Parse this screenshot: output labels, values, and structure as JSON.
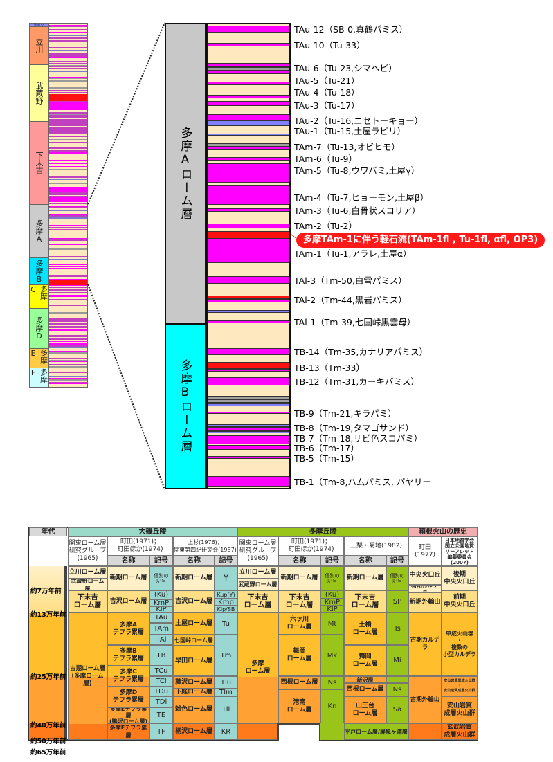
{
  "colors": {
    "magenta": "#ff00ff",
    "cream": "#fde8c0",
    "red": "#ff1010",
    "blue": "#8080ff",
    "gray": "#a0a0a0",
    "unit_a": "#c8c8c8",
    "unit_b": "#00ffff"
  },
  "strip": {
    "labels": [
      "黒ボク",
      "立川",
      "武蔵野",
      "下末吉",
      "多摩A",
      "多摩B",
      "多摩C",
      "多摩D",
      "多摩E",
      "多摩F"
    ]
  },
  "column": {
    "upper": "多摩Aローム層",
    "lower": "多摩Bローム層"
  },
  "tephra": [
    "TAu-12（SB-0,真鶴パミス）",
    "TAu-10（Tu-33）",
    "TAu-6（Tu-23,シマヘビ）",
    "TAu-5（Tu-21）",
    "TAu-4（Tu-18）",
    "TAu-3（Tu-17）",
    "TAu-2（Tu-16,ニセトーキョー）",
    "TAu-1（Tu-15,土屋ラピリ）",
    "TAm-7（Tu-13,オビヒモ）",
    "TAm-6（Tu-9）",
    "TAm-5（Tu-8,ウワバミ,土屋γ）",
    "TAm-4（Tu-7,ヒョーモン,土屋β）",
    "TAm-3（Tu-6,白骨状スコリア）",
    "TAm-2（Tu-2）",
    "TAm-1（Tu-1,アラレ,土屋α）",
    "TAl-3（Tm-50,白雪パミス）",
    "TAl-2（Tm-44,黒岩パミス）",
    "TAl-1（Tm-39,七国峠黒雲母）",
    "TB-14（Tm-35,カナリアパミス）",
    "TB-13（Tm-33）",
    "TB-12（Tm-31,カーキパミス）",
    "TB-9（Tm-21,キラパミ）",
    "TB-8（Tm-19,タマゴサンド）",
    "TB-7（Tm-18,サビ色スコパミ）",
    "TB-6（Tm-17）",
    "TB-5（Tm-15）",
    "TB-1（Tm-8,ハムパミス, バヤリー"
  ],
  "callout": "多摩TAm-1に伴う軽石流(TAm-1fl , Tu-1fl, αfl, OP3)",
  "table": {
    "age_header": "年代",
    "ages": [
      "約7万年前",
      "約13万年前",
      "約25万年前",
      "約40万年前",
      "約50万年前",
      "約65万年前"
    ],
    "oiso": {
      "title": "大磯丘陵",
      "kanto_src": "関東ローム層\n研究グループ\n(1965)",
      "machida_src": "町田(1971)；\n町田ほか(1974)",
      "uesugi_src": "上杉(1976)；\n関東第四紀研究会(1987)",
      "name": "名称",
      "sym": "記号",
      "kanto": [
        "立川ローム層",
        "武蔵野ローム層",
        "下末吉\nローム層",
        "古期ローム層\n(多摩ローム層)"
      ],
      "machida": [
        "新期ローム層",
        "吉沢ローム層",
        "多摩A\nテフラ累層",
        "多摩B\nテフラ累層",
        "多摩C\nテフラ累層",
        "多摩D\nテフラ累層",
        "多摩Eテフラ累層\n(鴨沢ローム層)",
        "多摩Fテフラ累層"
      ],
      "machida_sym": [
        "個別の\n記号",
        "(Ku)",
        "KmP",
        "KlP",
        "TAu",
        "TAm",
        "TAl",
        "TB",
        "TCu",
        "TCl",
        "TDu",
        "TDl",
        "TE",
        "TF"
      ],
      "uesugi": [
        "新期ローム層",
        "吉沢ローム層",
        "土屋ローム層",
        "七国峠ローム層",
        "早田ローム層",
        "藤沢ローム層",
        "下庭ローム層",
        "雑色ローム層",
        "柄沢ローム層"
      ],
      "uesugi_sym": [
        "Y",
        "Kup(Y)",
        "Kmp",
        "Klp/SB",
        "Tu",
        "Tm",
        "Tlu",
        "Tlm",
        "Tll",
        "KR"
      ]
    },
    "tama": {
      "title": "多摩丘陵",
      "kanto_src": "関東ローム層\n研究グループ\n(1965)",
      "machida_src": "町田(1971)；\n町田ほか(1974)",
      "minashi_src": "三梨・菊地(1982)",
      "name": "名称",
      "sym": "記号",
      "kanto": [
        "立川ローム層",
        "武蔵野ローム層",
        "下末吉\nローム層",
        "多摩\nローム層"
      ],
      "machida": [
        "新期ローム層",
        "下末吉\nローム層",
        "六ッ川\nローム層",
        "舞岡\nローム層",
        "西根ローム層",
        "港南\nローム層"
      ],
      "machida_sym": [
        "個別の\n記号",
        "(Ku)",
        "KmP",
        "KlP",
        "Mt",
        "Mk",
        "Ns",
        "Kn"
      ],
      "minashi": [
        "新期ローム層",
        "下末吉\nローム層",
        "土橋\nローム層",
        "舞岡\nローム層",
        "新沢層",
        "西根ローム層",
        "山王台\nローム層",
        "平戸ローム層/屏風ヶ浦層"
      ],
      "minashi_sym": [
        "個別の\n記号",
        "SP",
        "Ts",
        "Mi",
        "Ns",
        "Sa"
      ]
    },
    "hakone": {
      "title": "箱根火山の歴史",
      "machida_src": "町田\n(1977)",
      "jgs_src": "日本地質学会\n国立公園地質\nリーフレット\n編集委員会\n(2007)",
      "machida": [
        "中央火口丘",
        "新期カルデラ",
        "新期外輪山",
        "古期カルデラ",
        "古期外輪山"
      ],
      "jgs": [
        "後期\n中央火口丘",
        "前期\n中央火口丘",
        "単成火山群\n・\n複数の\n小型カルデラ",
        "安山岩質単成火山群\n・\n安山岩質成層火山群",
        "安山岩質\n成層火山群",
        "玄武岩質\n成層火山群"
      ]
    }
  }
}
